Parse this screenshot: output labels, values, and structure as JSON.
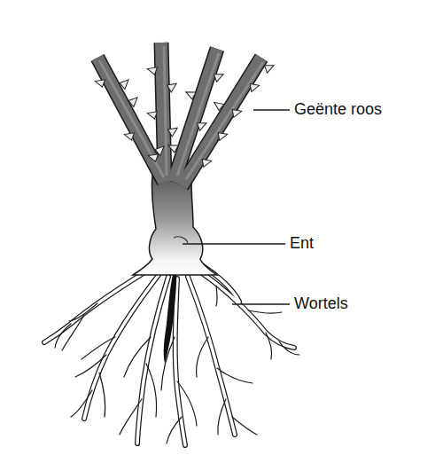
{
  "diagram": {
    "labels": [
      "Geënte roos",
      "Ent",
      "Wortels"
    ]
  }
}
